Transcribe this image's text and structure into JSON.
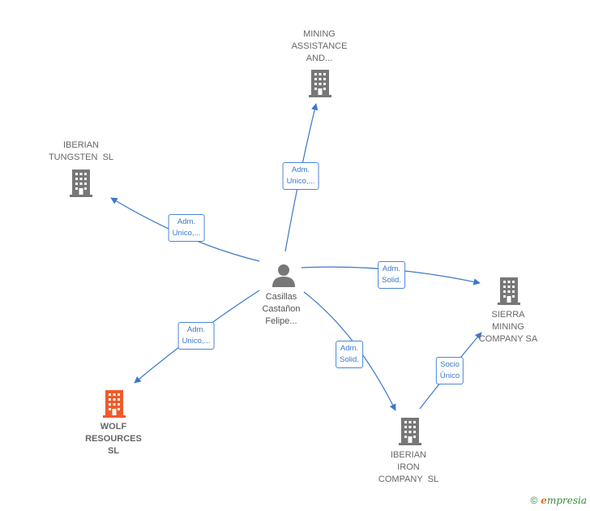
{
  "nodes": {
    "mining_assistance": {
      "label": [
        "MINING",
        "ASSISTANCE",
        "AND..."
      ],
      "kind": "company",
      "icon": "building-icon",
      "color": "#777777"
    },
    "iberian_tungsten": {
      "label": [
        "IBERIAN",
        "TUNGSTEN  SL"
      ],
      "kind": "company",
      "icon": "building-icon",
      "color": "#777777"
    },
    "casillas": {
      "label": [
        "Casillas",
        "Castañon",
        "Felipe..."
      ],
      "kind": "person",
      "icon": "person-icon",
      "color": "#777777"
    },
    "sierra_mining": {
      "label": [
        "SIERRA",
        "MINING",
        "COMPANY SA"
      ],
      "kind": "company",
      "icon": "building-icon",
      "color": "#777777"
    },
    "wolf_resources": {
      "label": [
        "WOLF",
        "RESOURCES",
        "SL"
      ],
      "kind": "company-focus",
      "icon": "building-icon",
      "color": "#f05a28"
    },
    "iberian_iron": {
      "label": [
        "IBERIAN",
        "IRON",
        "COMPANY  SL"
      ],
      "kind": "company",
      "icon": "building-icon",
      "color": "#777777"
    }
  },
  "edges": {
    "to_mining_assistance": [
      "Adm.",
      "Unico,..."
    ],
    "to_iberian_tungsten": [
      "Adm.",
      "Unico,..."
    ],
    "to_sierra_mining": [
      "Adm.",
      "Solid."
    ],
    "to_wolf_resources": [
      "Adm.",
      "Unico,..."
    ],
    "to_iberian_iron": [
      "Adm.",
      "Solid."
    ],
    "iron_to_sierra": [
      "Socio",
      "Único"
    ]
  },
  "colors": {
    "edge": "#3b78c9",
    "building": "#777777",
    "focus": "#f05a28"
  },
  "brand": {
    "copyright": "©",
    "name": "mpresia",
    "initial": "e"
  }
}
